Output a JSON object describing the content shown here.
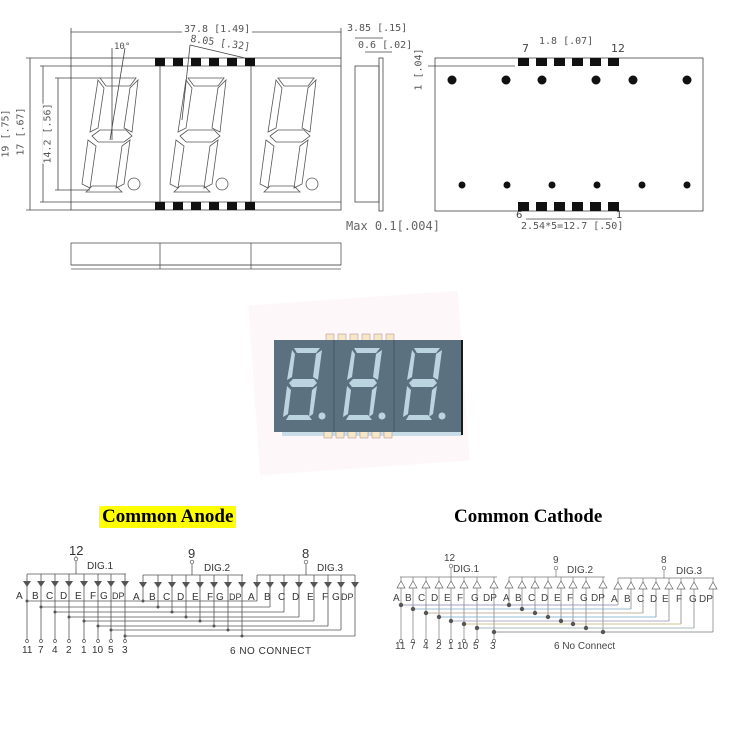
{
  "drawing": {
    "front_view": {
      "width_dim": "37.8 [1.49]",
      "pitch_dim": "8.05 [.32]",
      "slant_dim": "10°",
      "height_outer": "19 [.75]",
      "height_body": "17 [.67]",
      "digit_height": "14.2 [.56]"
    },
    "side_view": {
      "depth_dim": "3.85 [.15]",
      "lead_dim": "0.6 [.02]",
      "max_dim": "Max 0.1[.004]"
    },
    "bottom_view": {
      "pin_left_top": "7",
      "pin_right_top": "12",
      "pad_width_dim": "1.8 [.07]",
      "pad_offset_dim": "1 [.04]",
      "pin_left_bottom": "6",
      "pin_right_bottom": "1",
      "pitch_dim": "2.54*5=12.7 [.50]"
    }
  },
  "photo": {
    "digits": 3,
    "body_color": "#5c7180",
    "segment_color": "#bcd3e0"
  },
  "schematics": [
    {
      "title": "Common Anode",
      "highlight_color": "#ffff00",
      "digits": [
        {
          "label": "DIG.1",
          "pin": "12"
        },
        {
          "label": "DIG.2",
          "pin": "9"
        },
        {
          "label": "DIG.3",
          "pin": "8"
        }
      ],
      "segments": [
        "A",
        "B",
        "C",
        "D",
        "E",
        "F",
        "G",
        "DP"
      ],
      "segment_pins": [
        "11",
        "7",
        "4",
        "2",
        "1",
        "10",
        "5",
        "3"
      ],
      "note": "6 NO CONNECT"
    },
    {
      "title": "Common Cathode",
      "digits": [
        {
          "label": "DIG.1",
          "pin": "12"
        },
        {
          "label": "DIG.2",
          "pin": "9"
        },
        {
          "label": "DIG.3",
          "pin": "8"
        }
      ],
      "segments": [
        "A",
        "B",
        "C",
        "D",
        "E",
        "F",
        "G",
        "DP"
      ],
      "segment_pins": [
        "11",
        "7",
        "4",
        "2",
        "1",
        "10",
        "5",
        "3"
      ],
      "note": "6 No Connect"
    }
  ]
}
